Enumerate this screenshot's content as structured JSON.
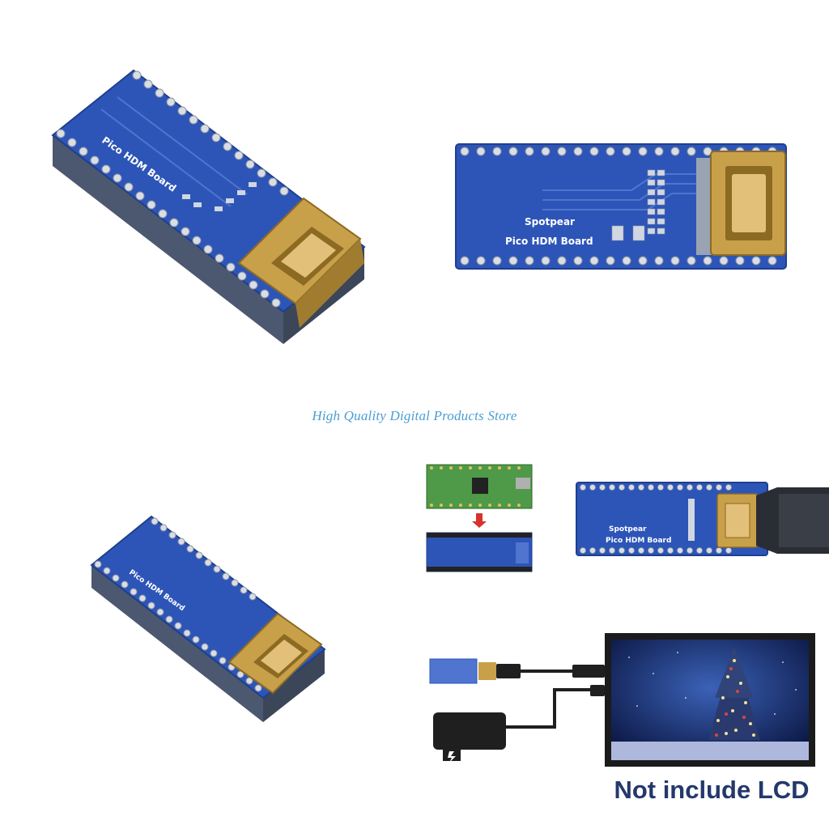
{
  "store_watermark": "High Quality Digital Products Store",
  "board_silkscreen": {
    "brand": "Spotpear",
    "name": "Pico HDM  Board"
  },
  "caption": "Not include LCD",
  "colors": {
    "board_blue": "#2d55b8",
    "board_side": "#4c5870",
    "hdmi_gold": "#c9a04a",
    "watermark": "#4a9ed4",
    "caption": "#24386b"
  }
}
